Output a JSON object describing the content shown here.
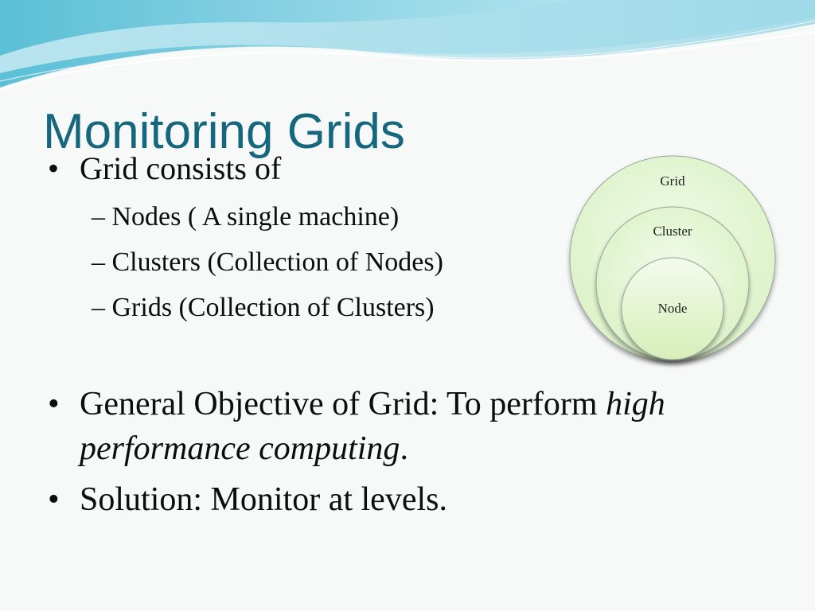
{
  "slide": {
    "title": "Monitoring Grids",
    "bullet_glyph": "•",
    "dash_glyph": "–",
    "bullet1": "Grid consists of",
    "sub_items": [
      "Nodes ( A single machine)",
      "Clusters (Collection of Nodes)",
      "Grids (Collection of Clusters)"
    ],
    "bullet2_part1": "General Objective of Grid:  To perform ",
    "bullet2_italic1": "high",
    "bullet2_italic2": "performance computing",
    "bullet2_end": ".",
    "bullet3": "Solution: Monitor at levels."
  },
  "diagram": {
    "outer_label": "Grid",
    "middle_label": "Cluster",
    "inner_label": "Node"
  },
  "colors": {
    "title": "#15677e",
    "wave_light": "#b8e4ee",
    "wave_mid": "#6fc8dc",
    "circle_fill": "#e7f7d9"
  }
}
